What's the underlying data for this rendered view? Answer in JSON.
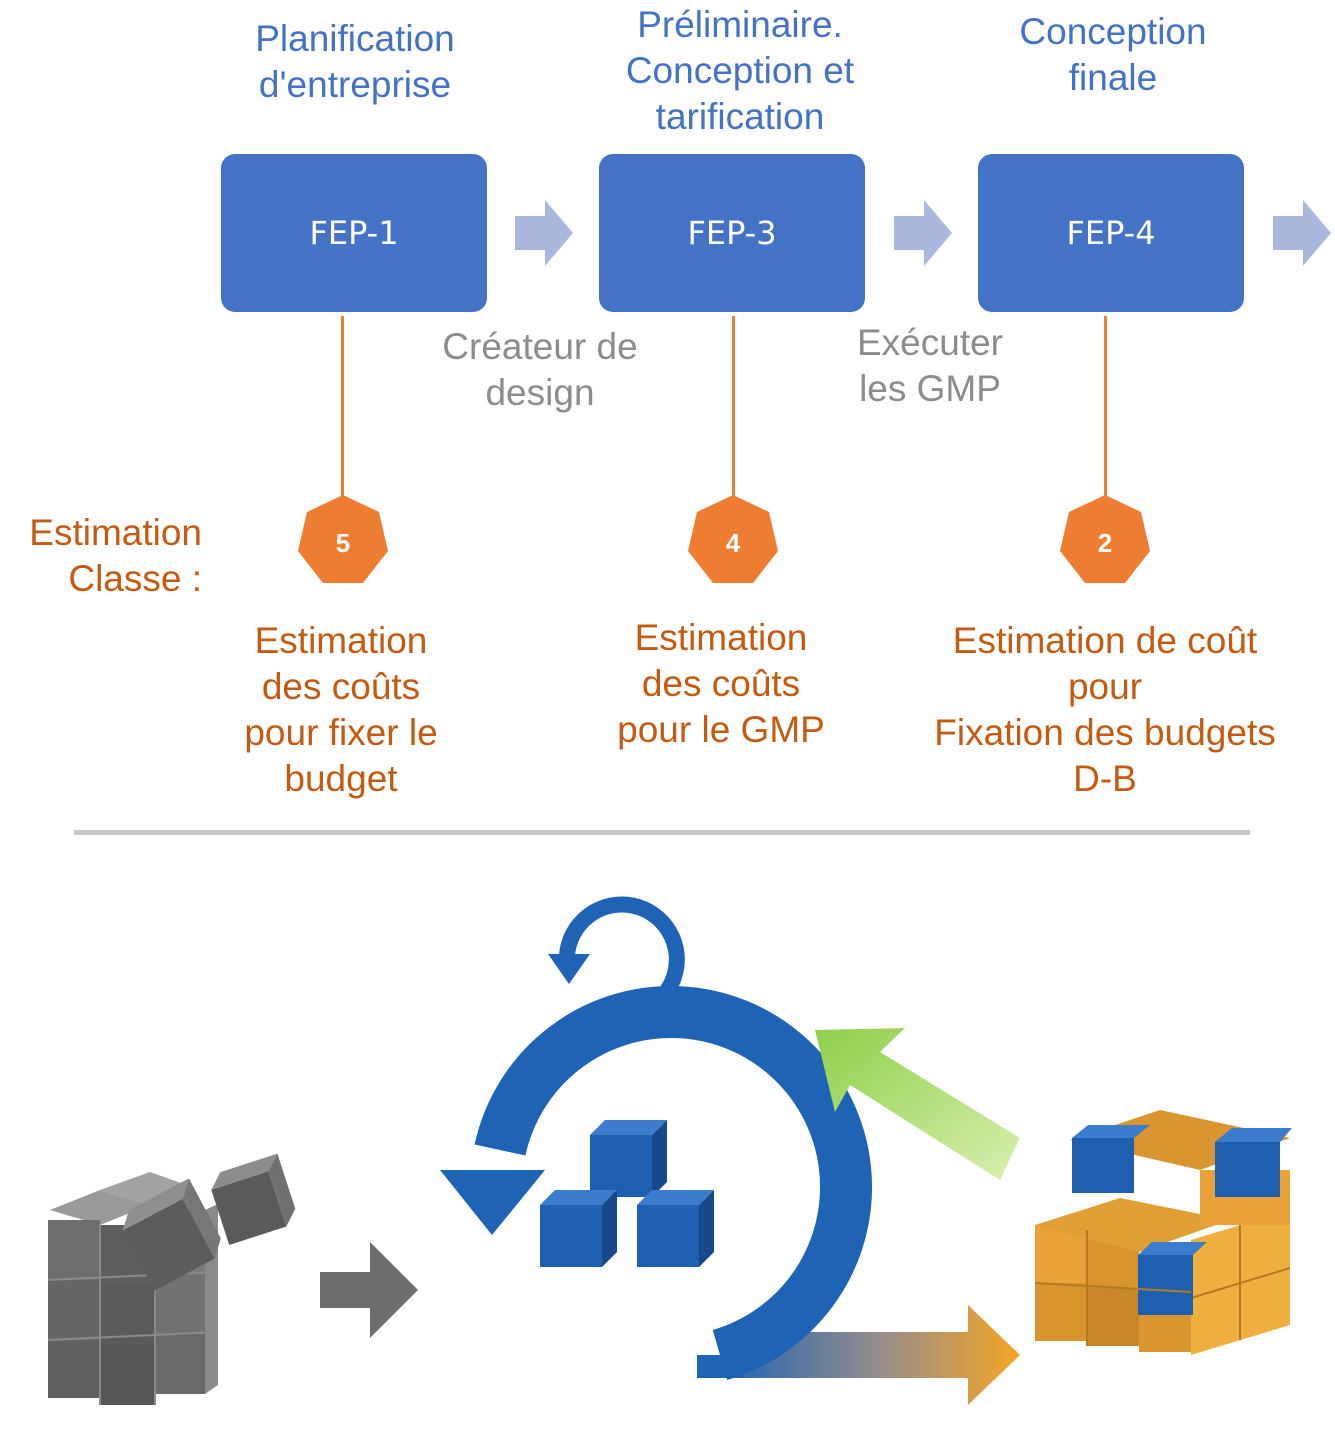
{
  "colors": {
    "phase_text": "#4472c4",
    "box_fill": "#4472c4",
    "box_text": "#ffffff",
    "arrow_light": "#a9b8dc",
    "between_text": "#8c8c8c",
    "connector": "#ed7d31",
    "heptagon": "#ed7d31",
    "estimate_text": "#c55a11",
    "divider": "#c8c8c8",
    "cycle_blue": "#1f64b4",
    "cube_blue": "#1f5fb0",
    "cube_gray": "#6b6b6b",
    "cube_orange": "#e8a238",
    "green_arrow": "#9ad35b"
  },
  "phases": [
    {
      "title": "Planification\nd'entreprise",
      "box": "FEP-1",
      "class_value": "5",
      "estimate": "Estimation\ndes coûts\npour fixer le\nbudget"
    },
    {
      "title": "Préliminaire.\nConception et\ntarification",
      "box": "FEP-3",
      "class_value": "4",
      "estimate": "Estimation\ndes coûts\npour le GMP"
    },
    {
      "title": "Conception\nfinale",
      "box": "FEP-4",
      "class_value": "2",
      "estimate": "Estimation de coût\npour\nFixation des budgets\nD-B"
    }
  ],
  "between_labels": [
    "Créateur de\ndesign",
    "Exécuter\nles GMP"
  ],
  "class_label": "Estimation\nClasse :",
  "illustration": {
    "left_icon": "gray-cubes-pile-icon",
    "middle_icon": "iterative-cycle-icon",
    "right_icon": "assembled-cube-icon",
    "arrows": [
      "gray-arrow-icon",
      "gradient-arrow-icon",
      "green-feedback-arrow-icon"
    ]
  }
}
